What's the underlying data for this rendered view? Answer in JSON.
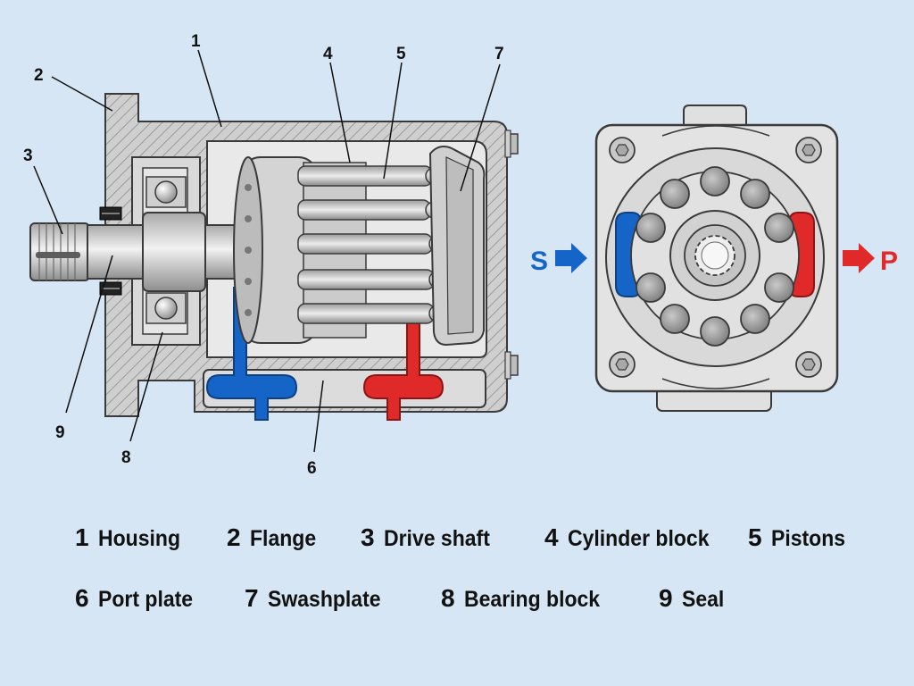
{
  "callouts": {
    "c1": "1",
    "c2": "2",
    "c3": "3",
    "c4": "4",
    "c5": "5",
    "c6": "6",
    "c7": "7",
    "c8": "8",
    "c9": "9"
  },
  "ports": {
    "suction": {
      "label": "S",
      "color": "#1565c9"
    },
    "pressure": {
      "label": "P",
      "color": "#e02a2a"
    }
  },
  "legend": [
    {
      "num": "1",
      "label": "Housing"
    },
    {
      "num": "2",
      "label": "Flange"
    },
    {
      "num": "3",
      "label": "Drive shaft"
    },
    {
      "num": "4",
      "label": "Cylinder block"
    },
    {
      "num": "5",
      "label": "Pistons"
    },
    {
      "num": "6",
      "label": "Port plate"
    },
    {
      "num": "7",
      "label": "Swashplate"
    },
    {
      "num": "8",
      "label": "Bearing block"
    },
    {
      "num": "9",
      "label": "Seal"
    }
  ],
  "colors": {
    "background": "#d6e6f5",
    "metal": "#d3d3d3",
    "outline": "#3a3a3a",
    "suction": "#1565c9",
    "pressure": "#e02a2a"
  }
}
